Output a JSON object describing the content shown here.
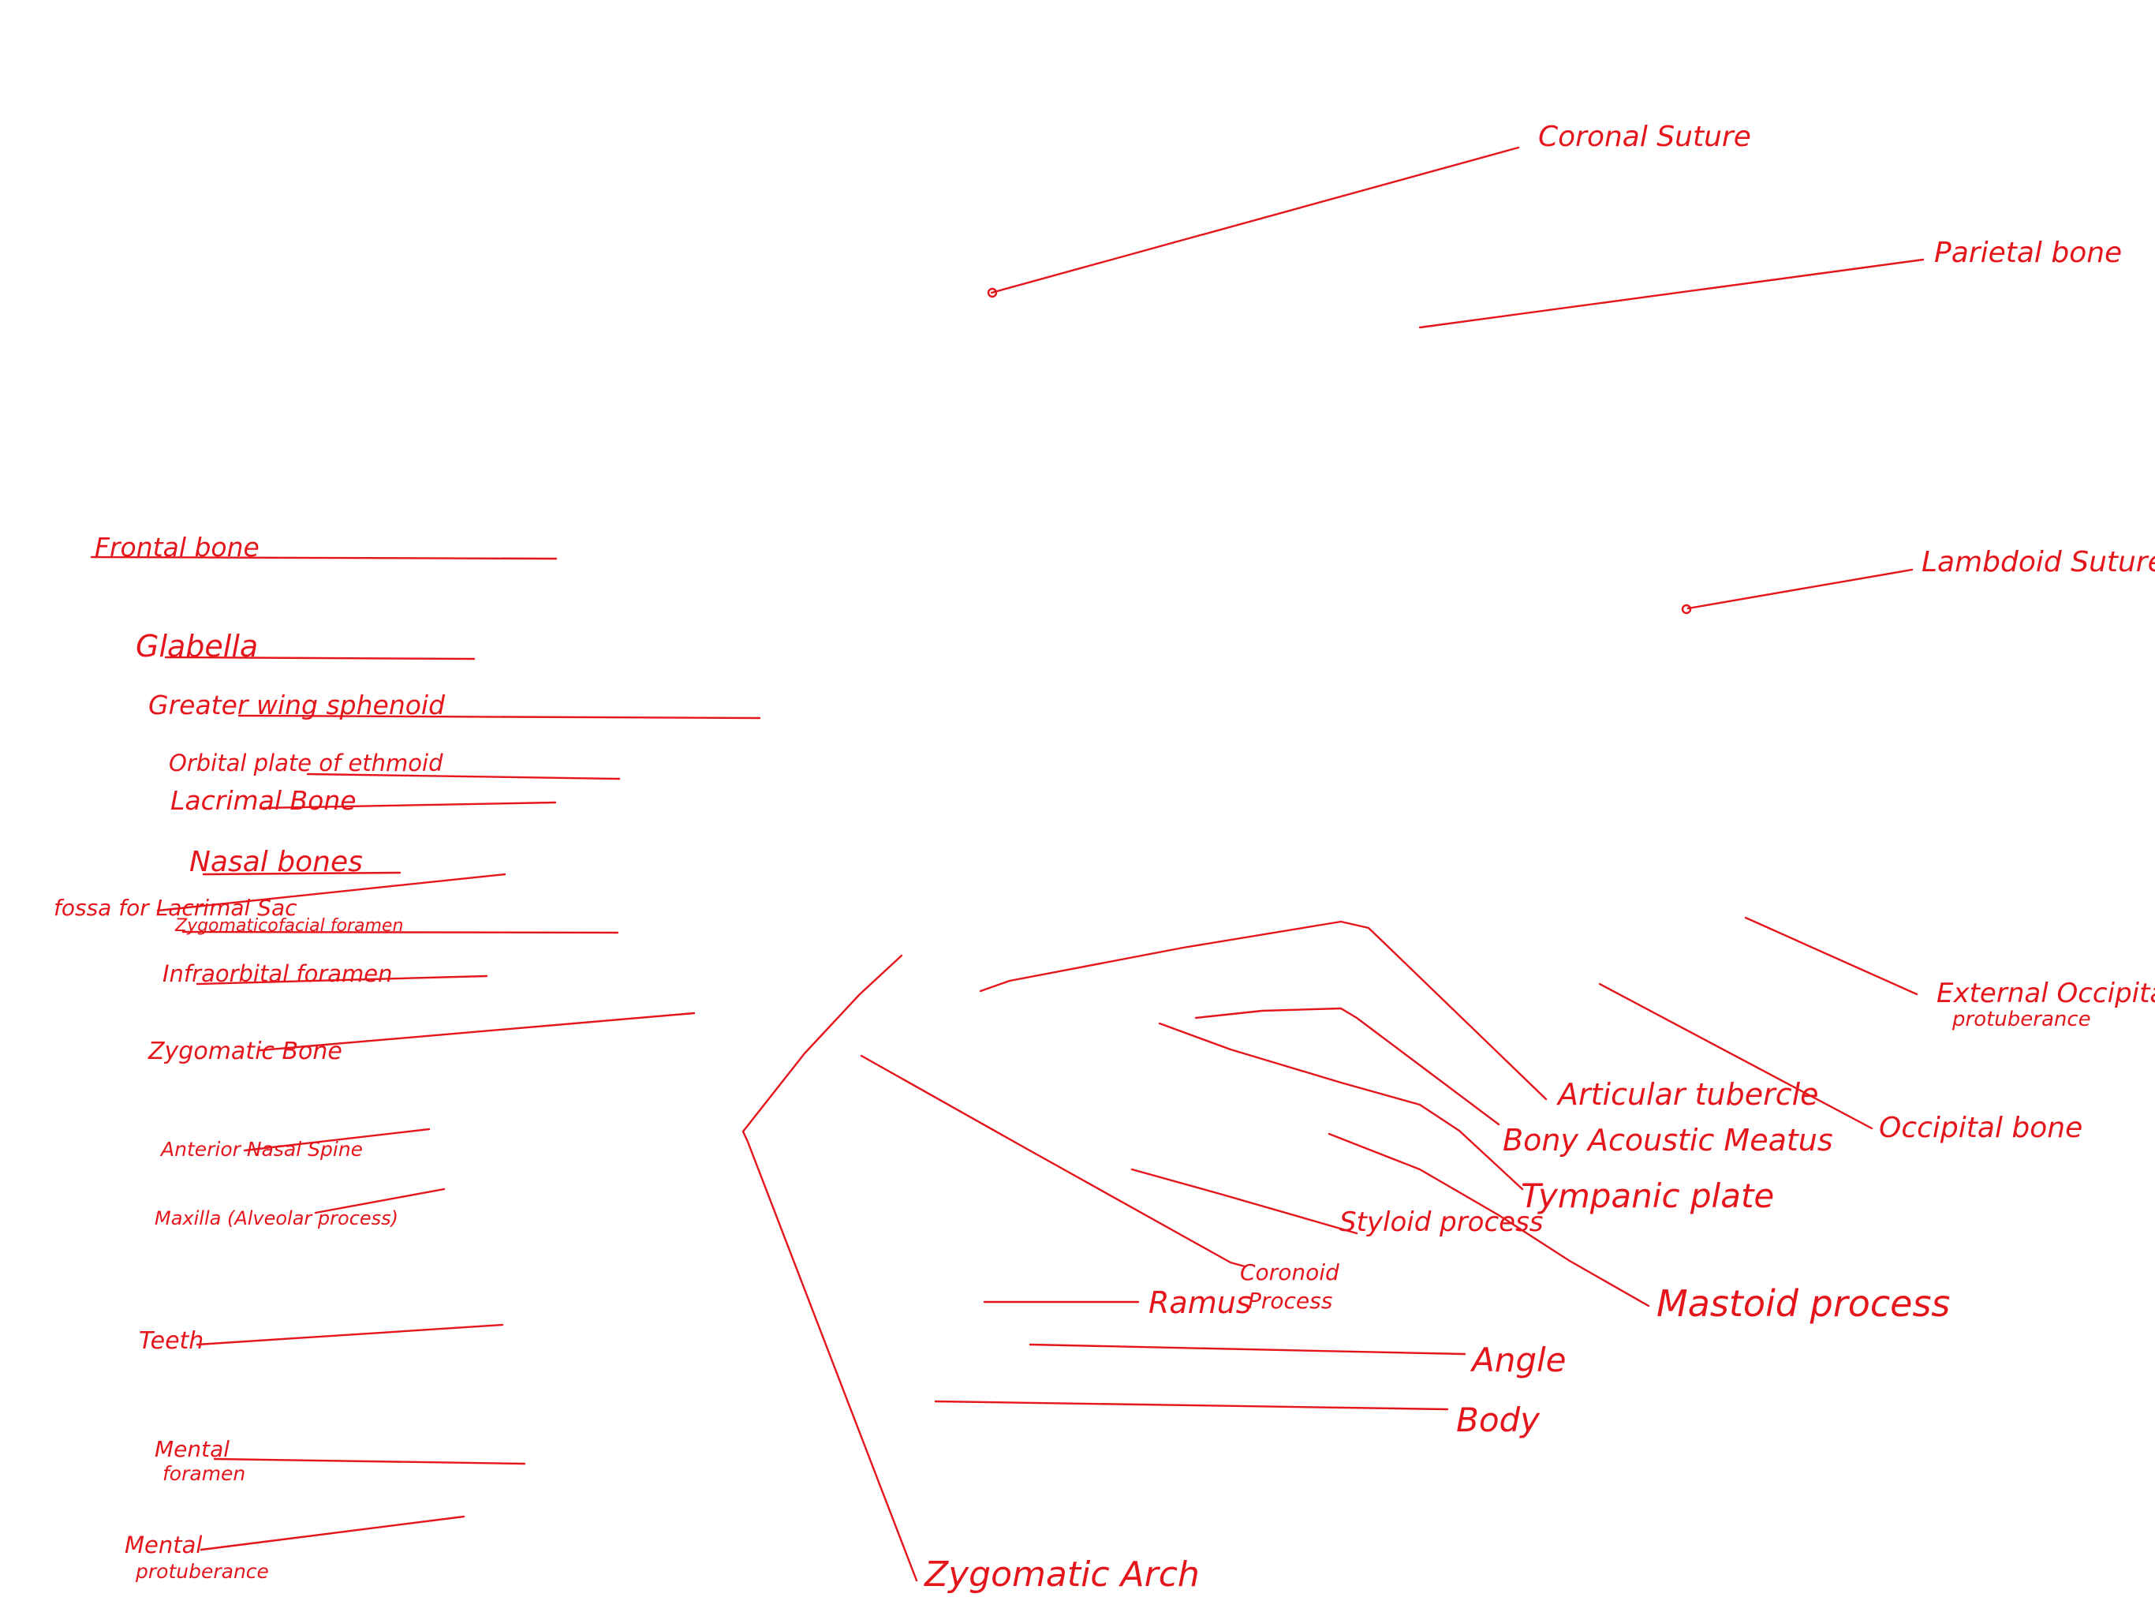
{
  "labels": {
    "coronal_suture": "Coronal Suture",
    "parietal_bone": "Parietal bone",
    "lambdoid_suture": "Lambdoid Suture",
    "frontal_bone": "Frontal bone",
    "glabella": "Glabella",
    "greater_wing_sphenoid": "Greater wing sphenoid",
    "orbital_plate_ethmoid": "Orbital plate of ethmoid",
    "lacrimal_bone": "Lacrimal Bone",
    "nasal_bones": "Nasal bones",
    "fossa_lacrimal_sac": "fossa for Lacrimal Sac",
    "zygomaticofacial_foramen": "Zygomaticofacial foramen",
    "infraorbital_foramen": "Infraorbital foramen",
    "zygomatic_bone": "Zygomatic Bone",
    "anterior_nasal_spine": "Anterior Nasal Spine",
    "maxilla": "Maxilla (Alveolar process)",
    "teeth": "Teeth",
    "mental_foramen_line1": "Mental",
    "mental_foramen_line2": "foramen",
    "mental_protuberance_line1": "Mental",
    "mental_protuberance_line2": "protuberance",
    "zygomatic_arch": "Zygomatic Arch",
    "articular_tubercle": "Articular tubercle",
    "bony_acoustic_meatus": "Bony Acoustic Meatus",
    "tympanic_plate": "Tympanic plate",
    "styloid_process": "Styloid process",
    "coronoid_process_line1": "Coronoid",
    "coronoid_process_line2": "Process",
    "ramus": "Ramus",
    "angle": "Angle",
    "body": "Body",
    "mastoid_process": "Mastoid process",
    "external_occipital_line1": "External Occipital",
    "external_occipital_line2": "protuberance",
    "occipital_bone": "Occipital bone"
  },
  "colors": {
    "ink": "#e4161c",
    "background": "#ffffff"
  }
}
